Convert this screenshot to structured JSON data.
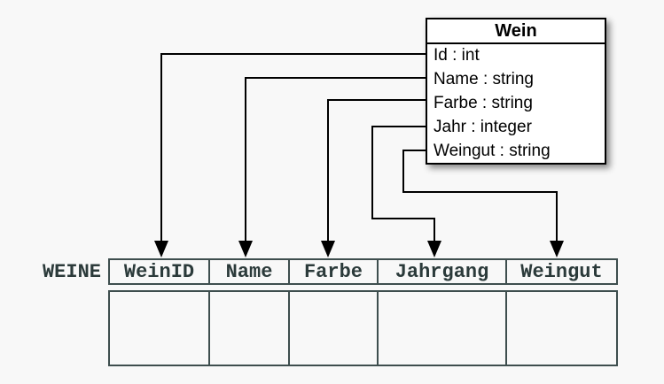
{
  "diagram": {
    "class_box": {
      "title": "Wein",
      "attributes": [
        "Id : int",
        "Name : string",
        "Farbe : string",
        "Jahr : integer",
        "Weingut : string"
      ]
    },
    "table": {
      "label": "WEINE",
      "columns": [
        "WeinID",
        "Name",
        "Farbe",
        "Jahrgang",
        "Weingut"
      ],
      "body_row_empty": true
    },
    "mappings": [
      {
        "from": "Id",
        "to": "WeinID"
      },
      {
        "from": "Name",
        "to": "Name"
      },
      {
        "from": "Farbe",
        "to": "Farbe"
      },
      {
        "from": "Jahr",
        "to": "Jahrgang"
      },
      {
        "from": "Weingut",
        "to": "Weingut"
      }
    ],
    "colors": {
      "background": "#f8f8f8",
      "box_fill": "#ffffff",
      "box_border": "#000000",
      "connector": "#000000",
      "table_border": "#3e4e4e",
      "table_text": "#2b3a3a"
    }
  }
}
